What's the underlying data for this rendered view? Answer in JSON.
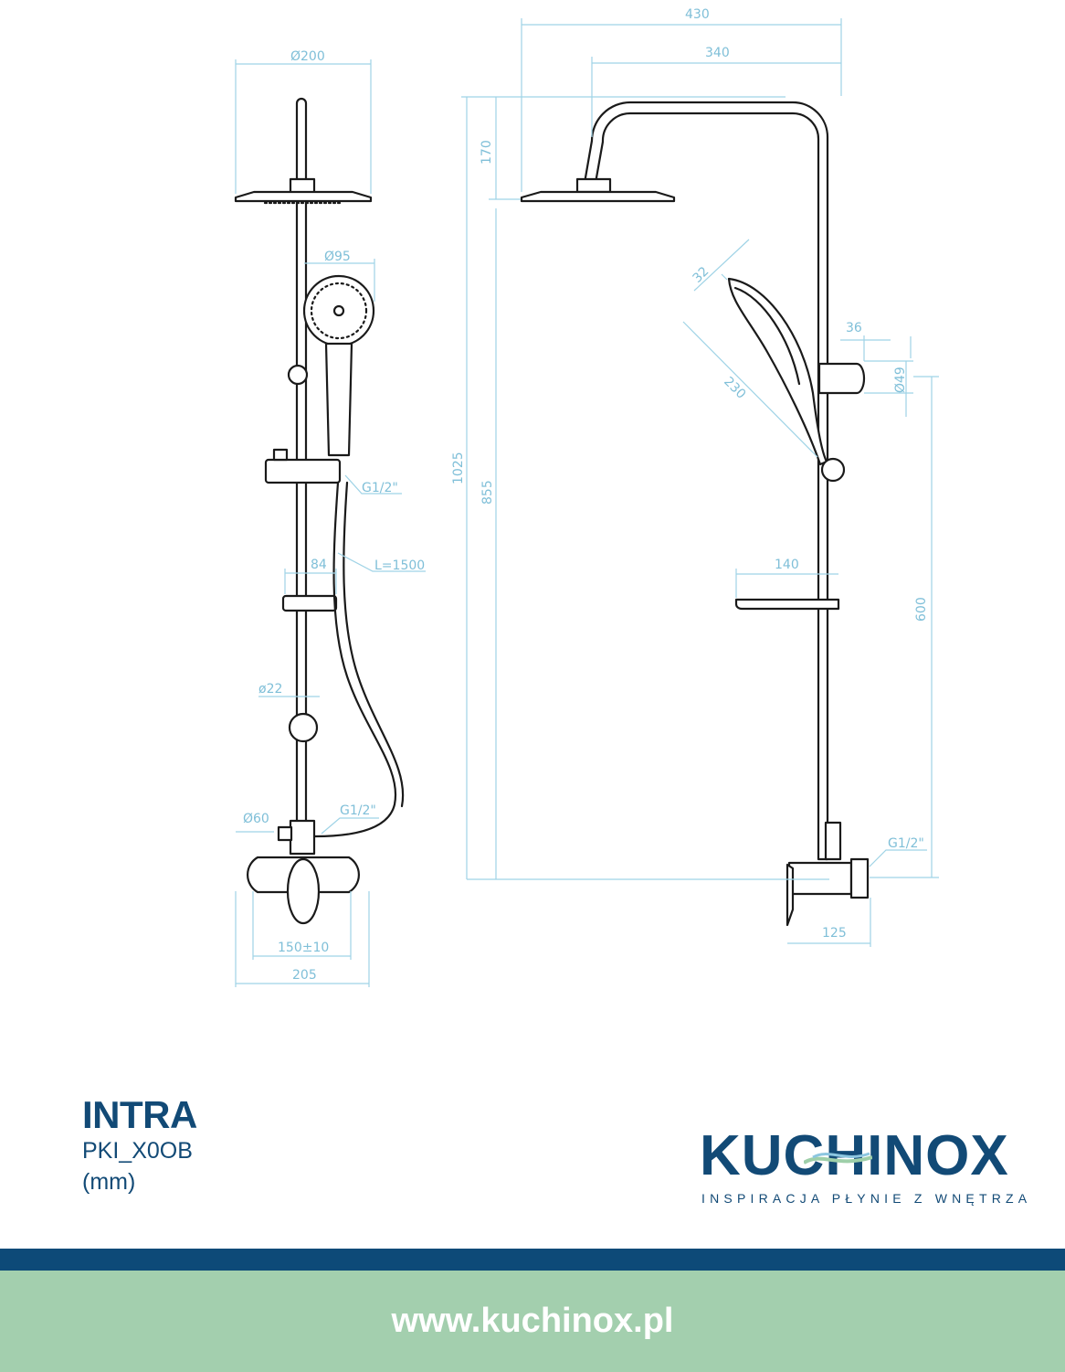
{
  "product": {
    "name": "INTRA",
    "code": "PKI_X0OB",
    "units": "(mm)"
  },
  "brand": {
    "logo_text": "KUCHINOX",
    "tagline": "INSPIRACJA PŁYNIE Z WNĘTRZA",
    "url": "www.kuchinox.pl"
  },
  "colors": {
    "navy": "#0d4a78",
    "green": "#a3cfae",
    "dimension": "#9fd3e6"
  },
  "dimensions": {
    "front": {
      "head_diameter": "Ø200",
      "hand_diameter": "Ø95",
      "hose_connection": "G1/2\"",
      "hose_length": "L=1500",
      "bracket_offset": "84",
      "pipe_diameter": "ø22",
      "flange_diameter": "Ø60",
      "mixer_connection": "G1/2\"",
      "spacing": "150±10",
      "mixer_width": "205"
    },
    "side": {
      "total_reach": "430",
      "arm_reach": "340",
      "head_drop": "170",
      "total_height": "1025",
      "head_height": "855",
      "hand_width": "32",
      "hand_length": "230",
      "bracket_depth": "36",
      "bracket_diameter": "Ø49",
      "shelf_depth": "140",
      "bracket_height": "600",
      "inlet_connection": "G1/2\"",
      "mixer_depth": "125"
    }
  }
}
